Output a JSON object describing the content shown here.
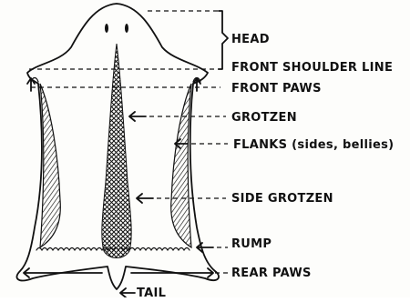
{
  "labels": {
    "head": "HEAD",
    "front_shoulder_line": "FRONT SHOULDER LINE",
    "front_paws": "FRONT PAWS",
    "grotzen": "GROTZEN",
    "flanks": "FLANKS (sides, bellies)",
    "side_grotzen": "SIDE GROTZEN",
    "rump": "RUMP",
    "rear_paws": "REAR PAWS",
    "tail": "TAIL"
  },
  "colors": {
    "ink": "#111111",
    "paper": "#fdfdfb"
  }
}
